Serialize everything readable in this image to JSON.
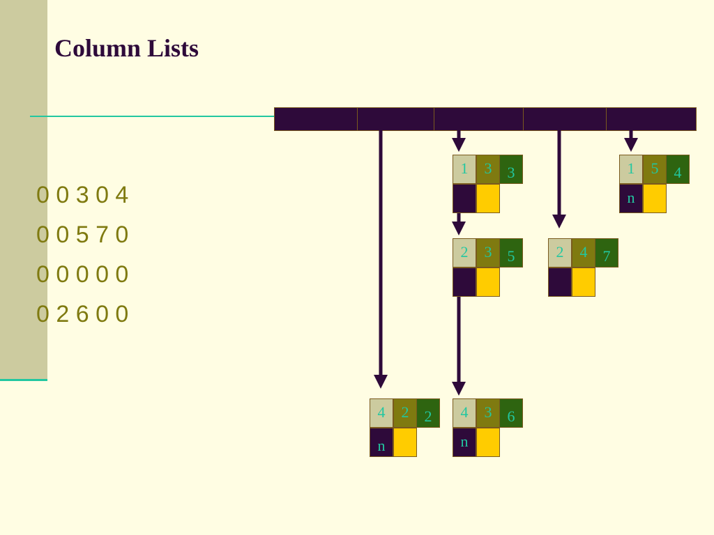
{
  "title": "Column Lists",
  "matrix_rows": [
    "0 0 3 0 4",
    "0 0 5 7 0",
    "0 0 0 0 0",
    "0 2 6 0 0"
  ],
  "header_cell_count": 5,
  "nodes": [
    {
      "id": "n-1-3",
      "row": "1",
      "col": "3",
      "value": "3",
      "down": ""
    },
    {
      "id": "n-2-3",
      "row": "2",
      "col": "3",
      "value": "5",
      "down": ""
    },
    {
      "id": "n-4-3",
      "row": "4",
      "col": "3",
      "value": "6",
      "down": "n"
    },
    {
      "id": "n-4-2",
      "row": "4",
      "col": "2",
      "value": "2",
      "down": "n"
    },
    {
      "id": "n-2-4",
      "row": "2",
      "col": "4",
      "value": "7",
      "down": ""
    },
    {
      "id": "n-1-5",
      "row": "1",
      "col": "5",
      "value": "4",
      "down": "n"
    }
  ],
  "colors": {
    "background": "#FFFDE3",
    "sidebar": "#CCCB9F",
    "accent_line": "#22C7A0",
    "dark": "#2E0A3A",
    "olive": "#7F7A10",
    "green": "#2E6410",
    "yellow": "#FFCC00",
    "matrix_text": "#7F7A10"
  }
}
